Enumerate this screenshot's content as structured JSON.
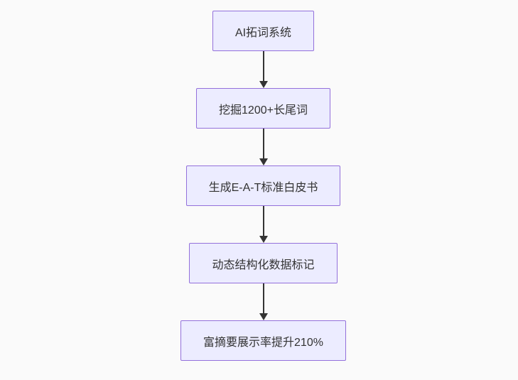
{
  "diagram": {
    "type": "flowchart",
    "direction": "top-down",
    "colors": {
      "background": "#fafafa",
      "node_fill": "#ececff",
      "node_border": "#9370db",
      "edge": "#333333",
      "text": "#333333"
    },
    "nodes": [
      {
        "label": "AI拓词系统"
      },
      {
        "label": "挖掘1200+长尾词"
      },
      {
        "label": "生成E-A-T标准白皮书"
      },
      {
        "label": "动态结构化数据标记"
      },
      {
        "label": "富摘要展示率提升210%"
      }
    ],
    "edges": [
      {
        "from": 0,
        "to": 1
      },
      {
        "from": 1,
        "to": 2
      },
      {
        "from": 2,
        "to": 3
      },
      {
        "from": 3,
        "to": 4
      }
    ]
  }
}
